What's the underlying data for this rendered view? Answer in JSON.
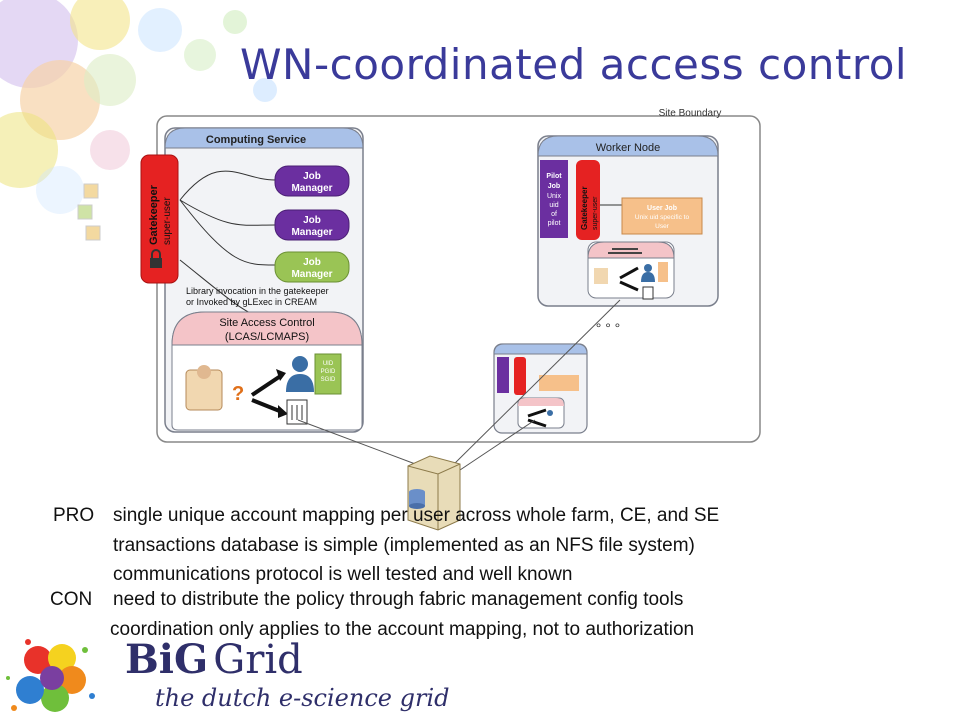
{
  "slide": {
    "title": "WN-coordinated access control"
  },
  "diagram": {
    "site_boundary": "Site Boundary",
    "computing_service": "Computing Service",
    "gatekeeper": "Gatekeeper",
    "super_user": "super-user",
    "job_manager_line1": "Job",
    "job_manager_line2": "Manager",
    "library_note_line1": "Library invocation in the gatekeeper",
    "library_note_line2": "or Invoked by gLExec in CREAM",
    "site_access_control_line1": "Site Access Control",
    "site_access_control_line2": "(LCAS/LCMAPS)",
    "question_mark": "?",
    "uid_line1": "UID",
    "uid_line2": "PGID",
    "uid_line3": "SGID",
    "worker_node": "Worker Node",
    "pilot_job_lines": [
      "Pilot",
      "Job",
      "Unix",
      "uid",
      "of",
      "pilot"
    ],
    "user_job_line1": "User Job",
    "user_job_line2": "Unix uid specific to",
    "user_job_line3": "User",
    "ellipsis": "° ° °",
    "colors": {
      "gatekeeper_red": "#e52222",
      "job_manager_purple": "#6b2fa0",
      "job_manager_green": "#9ac455",
      "header_blue": "#9ab7e0",
      "site_access_pink": "#f4c4c8",
      "user_job_orange": "#f6c08a"
    }
  },
  "pros_cons": {
    "pro_label": "PRO",
    "pro_items": [
      "single unique account mapping per user across whole farm, CE, and SE",
      "transactions database is simple (implemented as an NFS file system)",
      "communications protocol is well tested and well known"
    ],
    "con_label": "CON",
    "con_items": [
      "need to distribute the policy through fabric management config tools",
      "coordination only applies to the account mapping, not to authorization"
    ]
  },
  "logo": {
    "big": "BiG",
    "grid": "Grid",
    "tagline": "the dutch e-science grid"
  }
}
